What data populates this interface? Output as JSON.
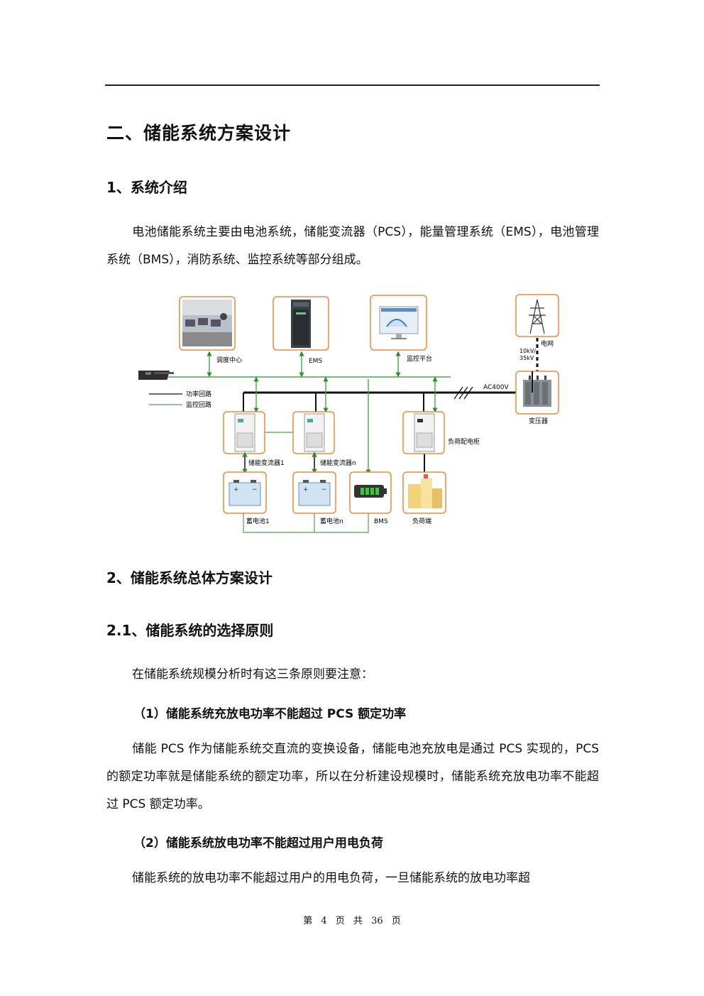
{
  "section_title": "二、储能系统方案设计",
  "s1_title": "1、系统介绍",
  "s1_para": "电池储能系统主要由电池系统，储能变流器（PCS），能量管理系统（EMS），电池管理系统（BMS），消防系统、监控系统等部分组成。",
  "diagram": {
    "legend_power": "功率回路",
    "legend_monitor": "监控回路",
    "dispatch": "调度中心",
    "ems": "EMS",
    "monitor_platform": "监控平台",
    "grid": "电网",
    "voltage_line1": "10kV/",
    "voltage_line2": "35kV",
    "ac400v": "AC400V",
    "transformer": "变压器",
    "pcs1": "储能变流器1",
    "pcsn": "储能变流器n",
    "load_cabinet": "负荷配电柜",
    "battery1": "蓄电池1",
    "batteryn": "蓄电池n",
    "bms": "BMS",
    "load_end": "负荷端",
    "colors": {
      "accent": "#ef8a3c",
      "power_line": "#111111",
      "monitor_line": "#4aa64a"
    }
  },
  "s2_title": "2、储能系统总体方案设计",
  "s21_title": "2.1、储能系统的选择原则",
  "s21_intro": "在储能系统规模分析时有这三条原则要注意：",
  "p1_title": "（1）储能系统充放电功率不能超过 PCS 额定功率",
  "p1_para": "储能 PCS 作为储能系统交直流的变换设备，储能电池充放电是通过 PCS 实现的，PCS 的额定功率就是储能系统的额定功率，所以在分析建设规模时，储能系统充放电功率不能超过 PCS 额定功率。",
  "p2_title": "（2）储能系统放电功率不能超过用户用电负荷",
  "p2_para": "储能系统的放电功率不能超过用户的用电负荷，一旦储能系统的放电功率超",
  "footer": {
    "prefix": "第",
    "page": "4",
    "mid1": "页",
    "mid2": "共",
    "total": "36",
    "suffix": "页"
  }
}
